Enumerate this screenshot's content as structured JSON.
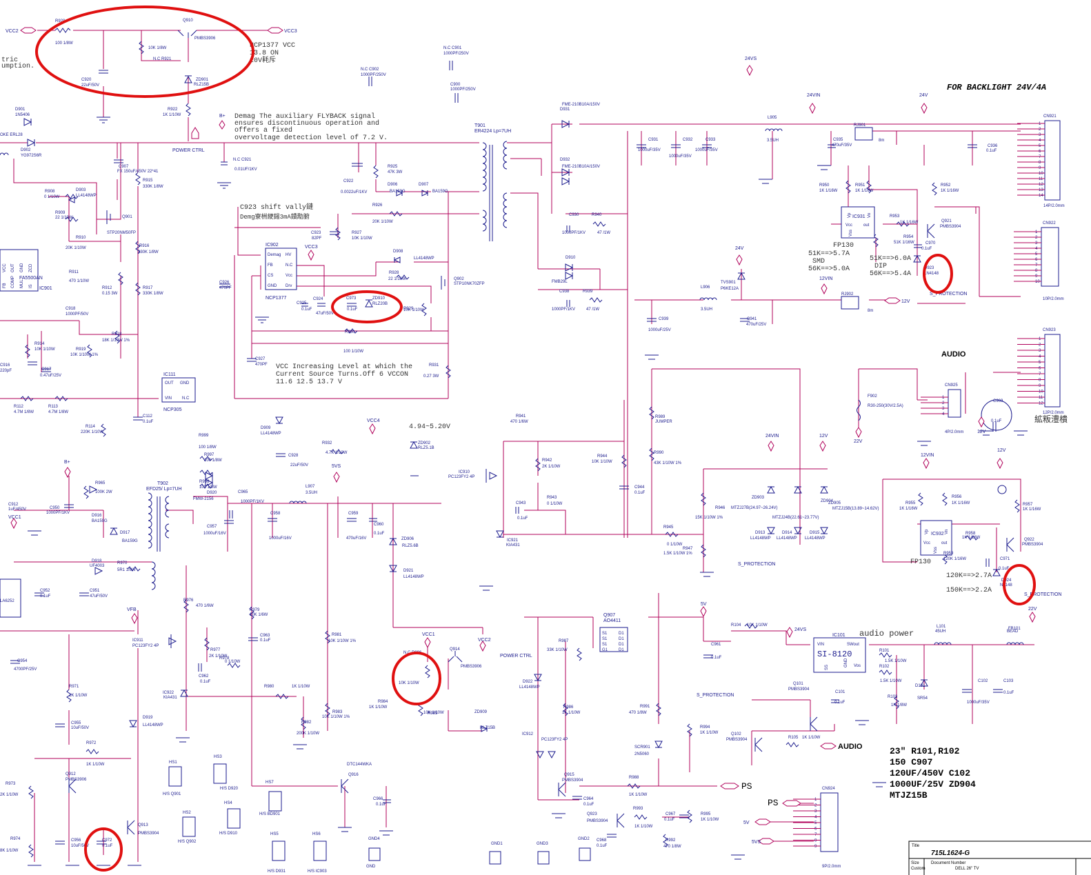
{
  "colors": {
    "wire": "#b0005a",
    "component": "#1a1a8c",
    "highlight": "#e01010"
  },
  "notes": {
    "backlight": "FOR BACKLIGHT 24V/4A",
    "ncp_lines": [
      "NCP1377  VCC",
      "13.8 ON",
      "20V耗斥"
    ],
    "demag_lines": [
      "Demag The auxiliary FLYBACK signal",
      "ensures discontinuous operation and",
      "offers a fixed",
      "overvoltage detection level of 7.2 V."
    ],
    "c923_lines": [
      "C923  shift vally鏈",
      "Demg寮栦綆鍚3mA鐨勪腑"
    ],
    "vcc_lines": [
      "VCC Increasing Level at which the",
      "Current Source Turns.Off 6 VCCON",
      "11.6   12.5   13.7 V"
    ],
    "ricc": [
      "tric",
      "umption."
    ],
    "fp130_top": [
      "51K==>5.7A",
      "SMD",
      "56K==>5.0A"
    ],
    "fp130_top2": [
      "51K==>6.0A",
      "DIP",
      "56K==>5.4A"
    ],
    "fp130_bot": [
      "120K==>2.7A",
      "150K==>2.2A"
    ],
    "range": "4.94~5.20V",
    "audio_power": "audio power",
    "bom": [
      "23\" R101,R102",
      "150   C907",
      "120UF/450V  C102",
      "1000UF/25V  ZD904",
      "MTJZ15B"
    ],
    "cn923_note": "絋粄澧樻"
  },
  "nets": {
    "vcc2": "VCC2",
    "vcc3": "VCC3",
    "vcc1": "VCC1",
    "vcc4": "VCC4",
    "b_plus": "B+",
    "v24s": "24VS",
    "v24in": "24VIN",
    "v24": "24V",
    "v12": "12V",
    "v12vin": "12VIN",
    "v5": "5V",
    "v5vs": "5VS",
    "v22": "22V",
    "audio": "AUDIO",
    "ps": "PS",
    "s_protection": "S_PROTECTION",
    "power_ctrl": "POWER CTRL",
    "vfb": "VFB"
  },
  "ics": {
    "ic902": {
      "ref": "IC902",
      "part": "NCP1377",
      "pins": [
        "Demag",
        "FB",
        "CS",
        "GND",
        "HV",
        "N.C",
        "Vcc",
        "Drv"
      ]
    },
    "ic901": {
      "ref": "IC901",
      "part": "FA5500AN",
      "pins": [
        "VCC",
        "OUT",
        "GND",
        "ZCD",
        "FB",
        "COMP",
        "MUL",
        "IS"
      ]
    },
    "ic111": {
      "ref": "IC111",
      "part": "NCP305",
      "pins": [
        "OUT",
        "GND",
        "VIN",
        "N.C"
      ]
    },
    "ic931": {
      "ref": "IC931",
      "part": "FP130",
      "pins": [
        "Vcc",
        "out",
        "Vss",
        "Vp",
        "Vn"
      ]
    },
    "ic932": {
      "ref": "IC932",
      "part": "FP130",
      "pins": [
        "Vcc",
        "out",
        "Vss",
        "Vp",
        "Vn"
      ]
    },
    "ic101": {
      "ref": "IC101",
      "part": "SI-8120",
      "pins": [
        "VIN",
        "SWout",
        "SS",
        "GND",
        "Vos"
      ]
    },
    "q907": {
      "ref": "Q907",
      "part": "AO4411",
      "pins": [
        "S1",
        "S1",
        "S1",
        "G1",
        "D1",
        "D1",
        "D1",
        "D1"
      ]
    }
  },
  "transformers": {
    "t901": {
      "ref": "T901",
      "part": "ER4224 Lp=7UH"
    },
    "t902": {
      "ref": "T902",
      "part": "EFD25/ Lp=7UH"
    }
  },
  "connectors": {
    "cn921": {
      "ref": "CN921",
      "part": "14P/2.0mm",
      "pins": [
        "1",
        "2",
        "3",
        "4",
        "5",
        "6",
        "7",
        "8",
        "9",
        "10",
        "11",
        "12",
        "13",
        "14"
      ]
    },
    "cn922": {
      "ref": "CN922",
      "part": "10P/2.0mm",
      "pins": [
        "1",
        "2",
        "3",
        "4",
        "5",
        "6",
        "7",
        "8",
        "9",
        "10"
      ]
    },
    "cn923": {
      "ref": "CN923",
      "part": "12P/2.0mm",
      "pins": [
        "1",
        "2",
        "3",
        "4",
        "5",
        "6",
        "7",
        "8",
        "9",
        "10",
        "11",
        "12"
      ]
    },
    "cn924": {
      "ref": "CN924",
      "part": "9P/2.0mm",
      "pins": [
        "1",
        "2",
        "3",
        "4",
        "5",
        "6",
        "7",
        "8",
        "9"
      ]
    },
    "cn925": {
      "ref": "CN925",
      "part": "4P/2.0mm",
      "pins": [
        "1",
        "2",
        "3",
        "4"
      ]
    }
  },
  "labels": [
    {
      "t": "R920"
    },
    {
      "t": "100  1/8W"
    },
    {
      "t": "Q910"
    },
    {
      "t": "PMBS3906"
    },
    {
      "t": "10K  1/8W"
    },
    {
      "t": "N.C R921"
    },
    {
      "t": "C920"
    },
    {
      "t": "22uF/50V"
    },
    {
      "t": "ZD901"
    },
    {
      "t": "RLZ15B"
    },
    {
      "t": "R922"
    },
    {
      "t": "1K  1/10W"
    },
    {
      "t": "D901"
    },
    {
      "t": "1N5406"
    },
    {
      "t": "D902"
    },
    {
      "t": "YG972S6R"
    },
    {
      "t": "OKE ERL28"
    },
    {
      "t": "N.C C921"
    },
    {
      "t": "0.01UF/1KV"
    },
    {
      "t": "C907"
    },
    {
      "t": "FX 150uF/450V  22*41"
    },
    {
      "t": "R915"
    },
    {
      "t": "330K  1/8W"
    },
    {
      "t": "R908"
    },
    {
      "t": "0  1/10W"
    },
    {
      "t": "D903"
    },
    {
      "t": "LL4148WP"
    },
    {
      "t": "R909"
    },
    {
      "t": "22  1/10W"
    },
    {
      "t": "Q901"
    },
    {
      "t": "STP20NM50FP"
    },
    {
      "t": "R910"
    },
    {
      "t": "20K  1/10W"
    },
    {
      "t": "R916"
    },
    {
      "t": "330K  1/8W"
    },
    {
      "t": "R911"
    },
    {
      "t": "470  1/10W"
    },
    {
      "t": "R912"
    },
    {
      "t": "0.15  3W"
    },
    {
      "t": "R917"
    },
    {
      "t": "330K  1/8W"
    },
    {
      "t": "C918"
    },
    {
      "t": "1000PF/50V"
    },
    {
      "t": "R918"
    },
    {
      "t": "18K  1/10W 1%"
    },
    {
      "t": "R914"
    },
    {
      "t": "10K  1/10W"
    },
    {
      "t": "R919"
    },
    {
      "t": "10K  1/10W 1%"
    },
    {
      "t": "C917"
    },
    {
      "t": "0.47uF/25V"
    },
    {
      "t": "C916"
    },
    {
      "t": "220pF"
    },
    {
      "t": "R112"
    },
    {
      "t": "4.7M  1/8W"
    },
    {
      "t": "R113"
    },
    {
      "t": "4.7M  1/8W"
    },
    {
      "t": "R114"
    },
    {
      "t": "220K  1/10W"
    },
    {
      "t": "C112"
    },
    {
      "t": "0.1uF"
    },
    {
      "t": "C922"
    },
    {
      "t": "0.0022uF/1KV"
    },
    {
      "t": "R925"
    },
    {
      "t": "47K  3W"
    },
    {
      "t": "D906"
    },
    {
      "t": "BA159G"
    },
    {
      "t": "D907"
    },
    {
      "t": "BA159G"
    },
    {
      "t": "R926"
    },
    {
      "t": "20K  1/10W"
    },
    {
      "t": "C923"
    },
    {
      "t": "82PF"
    },
    {
      "t": "R927"
    },
    {
      "t": "10K  1/10W"
    },
    {
      "t": "C926"
    },
    {
      "t": "470PF"
    },
    {
      "t": "C925"
    },
    {
      "t": "0.1uF"
    },
    {
      "t": "C924"
    },
    {
      "t": "47uF/50V"
    },
    {
      "t": "C973"
    },
    {
      "t": "0.1uF"
    },
    {
      "t": "ZD910"
    },
    {
      "t": "RLZ20B"
    },
    {
      "t": "D908"
    },
    {
      "t": "LL4148WP"
    },
    {
      "t": "R928"
    },
    {
      "t": "22  1/10W"
    },
    {
      "t": "R929"
    },
    {
      "t": "10K  1/10W"
    },
    {
      "t": "Q902"
    },
    {
      "t": "STP10NK70ZFP"
    },
    {
      "t": "R930"
    },
    {
      "t": "100  1/10W"
    },
    {
      "t": "R931"
    },
    {
      "t": "0.27  3W"
    },
    {
      "t": "C927"
    },
    {
      "t": "470PF"
    },
    {
      "t": "N.C C902"
    },
    {
      "t": "1000PF/250V"
    },
    {
      "t": "N.C C901"
    },
    {
      "t": "1000PF/250V"
    },
    {
      "t": "C900"
    },
    {
      "t": "1000PF/250V"
    },
    {
      "t": "D931"
    },
    {
      "t": "FME-210B10A/150V"
    },
    {
      "t": "D932"
    },
    {
      "t": "FME-210B10A/150V"
    },
    {
      "t": "C931"
    },
    {
      "t": "1000uF/35V"
    },
    {
      "t": "C932"
    },
    {
      "t": "1000uF/35V"
    },
    {
      "t": "C933"
    },
    {
      "t": "1000uF/35V"
    },
    {
      "t": "L905"
    },
    {
      "t": "3.5UH"
    },
    {
      "t": "C935"
    },
    {
      "t": "470uF/35V"
    },
    {
      "t": "RJ901"
    },
    {
      "t": "8m"
    },
    {
      "t": "C936"
    },
    {
      "t": "0.1uF"
    },
    {
      "t": "C930"
    },
    {
      "t": "1000PF/1KV"
    },
    {
      "t": "R940"
    },
    {
      "t": "47  /1W"
    },
    {
      "t": "D910"
    },
    {
      "t": "FMB29L"
    },
    {
      "t": "C938"
    },
    {
      "t": "1000PF/1KV"
    },
    {
      "t": "R939"
    },
    {
      "t": "47  /1W"
    },
    {
      "t": "L906"
    },
    {
      "t": "3.5UH"
    },
    {
      "t": "TVS901"
    },
    {
      "t": "P6KE12A"
    },
    {
      "t": "C939"
    },
    {
      "t": "1000uF/25V"
    },
    {
      "t": "C941"
    },
    {
      "t": "470uF/25V"
    },
    {
      "t": "RJ902"
    },
    {
      "t": "8m"
    },
    {
      "t": "R950"
    },
    {
      "t": "1K  1/16W"
    },
    {
      "t": "R951"
    },
    {
      "t": "1K  1/16W"
    },
    {
      "t": "R952"
    },
    {
      "t": "1K  1/16W"
    },
    {
      "t": "R953"
    },
    {
      "t": "1K  1/16W"
    },
    {
      "t": "R954"
    },
    {
      "t": "51K  1/16W"
    },
    {
      "t": "Q921"
    },
    {
      "t": "PMBS3904"
    },
    {
      "t": "C970"
    },
    {
      "t": "0.1uF"
    },
    {
      "t": "D923"
    },
    {
      "t": "1N4148"
    },
    {
      "t": "F902"
    },
    {
      "t": "R30-250(30V/2.5A)"
    },
    {
      "t": "C969"
    },
    {
      "t": "0.1uF"
    },
    {
      "t": "R941"
    },
    {
      "t": "470  1/6W"
    },
    {
      "t": "R942"
    },
    {
      "t": "2K  1/10W"
    },
    {
      "t": "IC910"
    },
    {
      "t": "PC123FY2 4P"
    },
    {
      "t": "C943"
    },
    {
      "t": "0.1uF"
    },
    {
      "t": "R943"
    },
    {
      "t": "0  1/10W"
    },
    {
      "t": "IC921"
    },
    {
      "t": "KIA431"
    },
    {
      "t": "R944"
    },
    {
      "t": "10K  1/10W"
    },
    {
      "t": "C944"
    },
    {
      "t": "0.1uF"
    },
    {
      "t": "R989"
    },
    {
      "t": "JUMPER"
    },
    {
      "t": "R990"
    },
    {
      "t": "43K  1/10W 1%"
    },
    {
      "t": "R945"
    },
    {
      "t": "0  1/10W"
    },
    {
      "t": "R946"
    },
    {
      "t": "15K  1/10W 1%"
    },
    {
      "t": "R947"
    },
    {
      "t": "1.5K  1/10W 1%"
    },
    {
      "t": "ZD903"
    },
    {
      "t": "MTZJ27B(24.97~26.24V)"
    },
    {
      "t": "ZD904"
    },
    {
      "t": "MTZJ24B(22.61~23.77V)"
    },
    {
      "t": "ZD905"
    },
    {
      "t": "MTZJ15B(13.89~14.62V)"
    },
    {
      "t": "D913"
    },
    {
      "t": "LL4148WP"
    },
    {
      "t": "D914"
    },
    {
      "t": "LL4148WP"
    },
    {
      "t": "D915"
    },
    {
      "t": "LL4148WP"
    },
    {
      "t": "R955"
    },
    {
      "t": "1K  1/16W"
    },
    {
      "t": "R956"
    },
    {
      "t": "1K  1/16W"
    },
    {
      "t": "R957"
    },
    {
      "t": "1K  1/16W"
    },
    {
      "t": "R958"
    },
    {
      "t": "1K  1/16W"
    },
    {
      "t": "R959"
    },
    {
      "t": "120K  1/16W"
    },
    {
      "t": "C971"
    },
    {
      "t": "0.1uF"
    },
    {
      "t": "Q922"
    },
    {
      "t": "PMBS3904"
    },
    {
      "t": "D924"
    },
    {
      "t": "N4148"
    },
    {
      "t": "D909"
    },
    {
      "t": "LL4148WP"
    },
    {
      "t": "C928"
    },
    {
      "t": "22uF/50V"
    },
    {
      "t": "R932"
    },
    {
      "t": "4.7K  1/10W"
    },
    {
      "t": "ZD902"
    },
    {
      "t": "RLZ5.1B"
    },
    {
      "t": "R999"
    },
    {
      "t": "100  1/8W"
    },
    {
      "t": "R997"
    },
    {
      "t": "100  1/8W"
    },
    {
      "t": "R998"
    },
    {
      "t": "100  1/8W"
    },
    {
      "t": "D920"
    },
    {
      "t": "FMW-2156"
    },
    {
      "t": "C965"
    },
    {
      "t": "1000PF/1KV"
    },
    {
      "t": "L907"
    },
    {
      "t": "3.5UH"
    },
    {
      "t": "C957"
    },
    {
      "t": "1000uF/16V"
    },
    {
      "t": "C958"
    },
    {
      "t": "1000uF/16V"
    },
    {
      "t": "C959"
    },
    {
      "t": "470uF/16V"
    },
    {
      "t": "C960"
    },
    {
      "t": "0.1uF"
    },
    {
      "t": "ZD906"
    },
    {
      "t": "RLZ5.6B"
    },
    {
      "t": "D921"
    },
    {
      "t": "LL4148WP"
    },
    {
      "t": "C912"
    },
    {
      "t": "1uF/450V"
    },
    {
      "t": "C950"
    },
    {
      "t": "1000PF/1KV"
    },
    {
      "t": "R965"
    },
    {
      "t": "100K  2W"
    },
    {
      "t": "D916"
    },
    {
      "t": "BA159G"
    },
    {
      "t": "D917"
    },
    {
      "t": "BA159G"
    },
    {
      "t": "D918"
    },
    {
      "t": "UF4003"
    },
    {
      "t": "R970"
    },
    {
      "t": "5R1  1/8W"
    },
    {
      "t": "C952"
    },
    {
      "t": "0.1uF"
    },
    {
      "t": "C951"
    },
    {
      "t": "47uF/50V"
    },
    {
      "t": "LA6252"
    },
    {
      "t": "R976"
    },
    {
      "t": "470  1/6W"
    },
    {
      "t": "R979"
    },
    {
      "t": "10K  1/6W"
    },
    {
      "t": "C963"
    },
    {
      "t": "0.1uF"
    },
    {
      "t": "IC911"
    },
    {
      "t": "PC123FY2 4P"
    },
    {
      "t": "R977"
    },
    {
      "t": "2K  1/10W"
    },
    {
      "t": "R978"
    },
    {
      "t": "0  1/10W"
    },
    {
      "t": "C962"
    },
    {
      "t": "0.1uF"
    },
    {
      "t": "IC922"
    },
    {
      "t": "KIA431"
    },
    {
      "t": "R980"
    },
    {
      "t": "1K  1/10W"
    },
    {
      "t": "R981"
    },
    {
      "t": "10K  1/10W 1%"
    },
    {
      "t": "R982"
    },
    {
      "t": "200K  1/10W"
    },
    {
      "t": "R983"
    },
    {
      "t": "10K  1/10W 1%"
    },
    {
      "t": "C954"
    },
    {
      "t": "4700PF/25V"
    },
    {
      "t": "R971"
    },
    {
      "t": "1K  1/10W"
    },
    {
      "t": "C955"
    },
    {
      "t": "10uF/50V"
    },
    {
      "t": "D919"
    },
    {
      "t": "LL4148WP"
    },
    {
      "t": "R972"
    },
    {
      "t": "1K  1/10W"
    },
    {
      "t": "Q912"
    },
    {
      "t": "PMBS3906"
    },
    {
      "t": "R973"
    },
    {
      "t": "2K  1/10W"
    },
    {
      "t": "Q913"
    },
    {
      "t": "PMBS3904"
    },
    {
      "t": "R974"
    },
    {
      "t": "8K  1/10W"
    },
    {
      "t": "C956"
    },
    {
      "t": "10uF/50V"
    },
    {
      "t": "C972"
    },
    {
      "t": "0.1uF"
    },
    {
      "t": "HS1"
    },
    {
      "t": "H/S Q901"
    },
    {
      "t": "HS2"
    },
    {
      "t": "H/S Q902"
    },
    {
      "t": "HS3"
    },
    {
      "t": "H/S D920"
    },
    {
      "t": "HS4"
    },
    {
      "t": "H/S D910"
    },
    {
      "t": "HS5"
    },
    {
      "t": "H/S D931"
    },
    {
      "t": "HS6"
    },
    {
      "t": "H/S IC903"
    },
    {
      "t": "HS7"
    },
    {
      "t": "H/S BD901"
    },
    {
      "t": "GND4"
    },
    {
      "t": "GND"
    },
    {
      "t": "GND1"
    },
    {
      "t": "GND3"
    },
    {
      "t": "GND2"
    },
    {
      "t": "Q916"
    },
    {
      "t": "DTC144WKA"
    },
    {
      "t": "C966"
    },
    {
      "t": "0.1uF"
    },
    {
      "t": "Q914"
    },
    {
      "t": "PMBS3906"
    },
    {
      "t": "N.C R996"
    },
    {
      "t": "10K  1/10W"
    },
    {
      "t": "R984"
    },
    {
      "t": "1K  1/10W"
    },
    {
      "t": "R985"
    },
    {
      "t": "10K  1/10W"
    },
    {
      "t": "ZD909"
    },
    {
      "t": "RLZ15B"
    },
    {
      "t": "D922"
    },
    {
      "t": "LL4148WP"
    },
    {
      "t": "R987"
    },
    {
      "t": "33K  1/10W"
    },
    {
      "t": "R986"
    },
    {
      "t": "1K  1/10W"
    },
    {
      "t": "IC912"
    },
    {
      "t": "PC123FY2 4P"
    },
    {
      "t": "Q915"
    },
    {
      "t": "PMBS3904"
    },
    {
      "t": "C964"
    },
    {
      "t": "0.1uF"
    },
    {
      "t": "R988"
    },
    {
      "t": "1K  1/10W"
    },
    {
      "t": "Q923"
    },
    {
      "t": "PMBS3904"
    },
    {
      "t": "C968"
    },
    {
      "t": "0.1uF"
    },
    {
      "t": "R993"
    },
    {
      "t": "1K  1/10W"
    },
    {
      "t": "C967"
    },
    {
      "t": "0.1uF"
    },
    {
      "t": "R992"
    },
    {
      "t": "470  1/8W"
    },
    {
      "t": "R991"
    },
    {
      "t": "470  1/8W"
    },
    {
      "t": "SCR901"
    },
    {
      "t": "2N5060"
    },
    {
      "t": "R994"
    },
    {
      "t": "1K  1/10W"
    },
    {
      "t": "R995"
    },
    {
      "t": "1K  1/10W"
    },
    {
      "t": "Q102"
    },
    {
      "t": "PMBS3904"
    },
    {
      "t": "R105"
    },
    {
      "t": "1K  1/10W"
    },
    {
      "t": "C961"
    },
    {
      "t": "0.1uF"
    },
    {
      "t": "R104"
    },
    {
      "t": "10K  1/10W"
    },
    {
      "t": "R101"
    },
    {
      "t": "1.5K  1/10W"
    },
    {
      "t": "R102"
    },
    {
      "t": "1.5K  1/10W"
    },
    {
      "t": "L101"
    },
    {
      "t": "45UH"
    },
    {
      "t": "Q101"
    },
    {
      "t": "PMBS3904"
    },
    {
      "t": "C101"
    },
    {
      "t": "0.1uF"
    },
    {
      "t": "R103"
    },
    {
      "t": "1K  1/8W"
    },
    {
      "t": "D101"
    },
    {
      "t": "SR54"
    },
    {
      "t": "C102"
    },
    {
      "t": "1000uF/35V"
    },
    {
      "t": "C103"
    },
    {
      "t": "0.1uF"
    },
    {
      "t": "FB101"
    },
    {
      "t": "BEAD"
    }
  ],
  "title_block": {
    "title_key": "Title",
    "title": "715L1624-G",
    "size_key": "Size",
    "size": "Custom",
    "docnum_key": "Document Number",
    "docnum": "DELL 26\" TV"
  }
}
